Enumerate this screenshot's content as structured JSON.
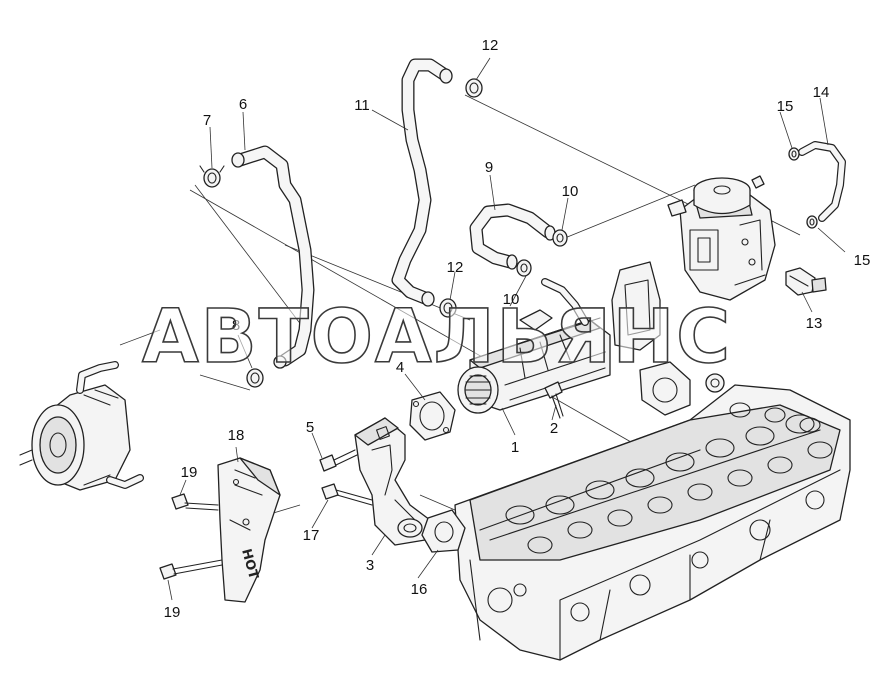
{
  "diagram": {
    "callouts": [
      {
        "id": "c1",
        "label": "1"
      },
      {
        "id": "c2",
        "label": "2"
      },
      {
        "id": "c3",
        "label": "3"
      },
      {
        "id": "c4",
        "label": "4"
      },
      {
        "id": "c5",
        "label": "5"
      },
      {
        "id": "c6",
        "label": "6"
      },
      {
        "id": "c7",
        "label": "7"
      },
      {
        "id": "c8",
        "label": "8"
      },
      {
        "id": "c9",
        "label": "9"
      },
      {
        "id": "c10a",
        "label": "10"
      },
      {
        "id": "c10b",
        "label": "10"
      },
      {
        "id": "c11",
        "label": "11"
      },
      {
        "id": "c12a",
        "label": "12"
      },
      {
        "id": "c12b",
        "label": "12"
      },
      {
        "id": "c13",
        "label": "13"
      },
      {
        "id": "c14",
        "label": "14"
      },
      {
        "id": "c15a",
        "label": "15"
      },
      {
        "id": "c15b",
        "label": "15"
      },
      {
        "id": "c16",
        "label": "16"
      },
      {
        "id": "c17",
        "label": "17"
      },
      {
        "id": "c18",
        "label": "18"
      },
      {
        "id": "c19a",
        "label": "19"
      },
      {
        "id": "c19b",
        "label": "19"
      }
    ],
    "watermark": "АВТОАЛЬЯНС",
    "shield_stamp": "HOT"
  }
}
